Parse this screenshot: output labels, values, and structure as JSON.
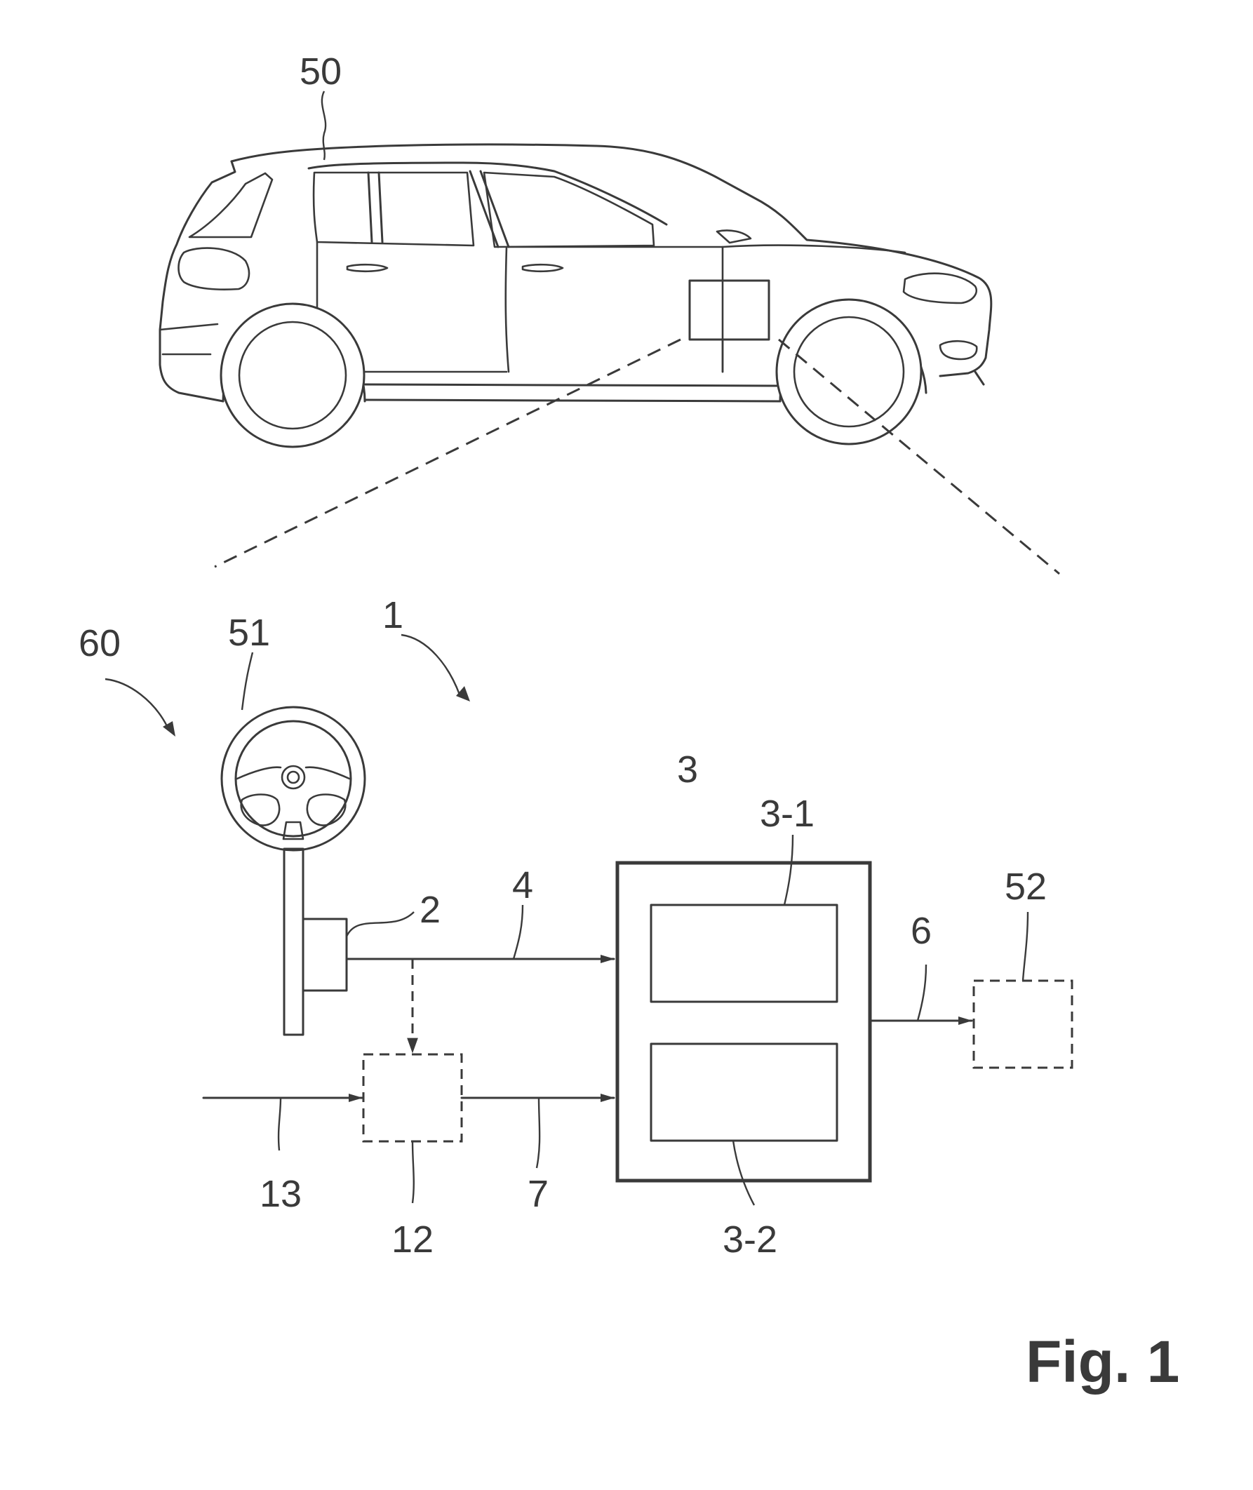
{
  "figure_label": "Fig. 1",
  "refs": {
    "vehicle": "50",
    "system": "1",
    "steering_system": "60",
    "steering_wheel": "51",
    "sensor": "2",
    "control_unit": "3",
    "sub_unit_1": "3-1",
    "sub_unit_2": "3-2",
    "signal_4": "4",
    "signal_6": "6",
    "signal_7": "7",
    "component_12": "12",
    "input_13": "13",
    "actuator_52": "52"
  }
}
